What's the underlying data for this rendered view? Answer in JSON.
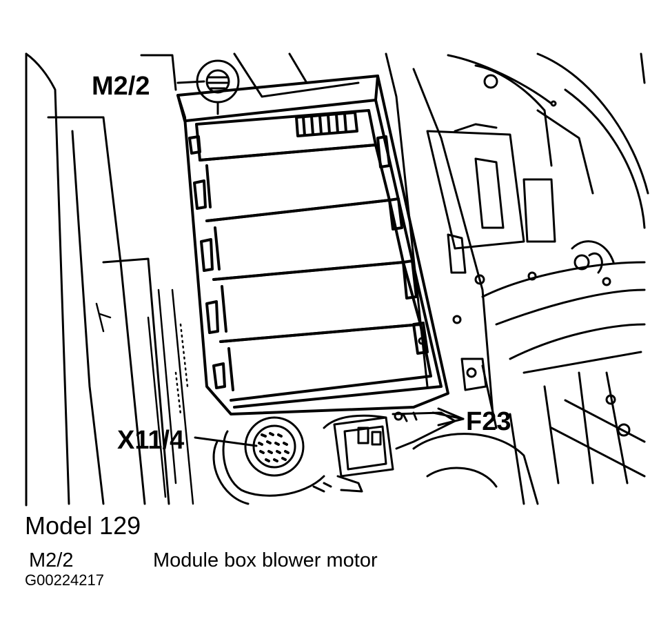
{
  "callouts": {
    "m2_2": "M2/2",
    "x11_4": "X11/4",
    "f23": "F23"
  },
  "caption": "Model 129",
  "legend": [
    {
      "code": "M2/2",
      "description": "Module box blower motor"
    }
  ],
  "figure_id": "G00224217"
}
